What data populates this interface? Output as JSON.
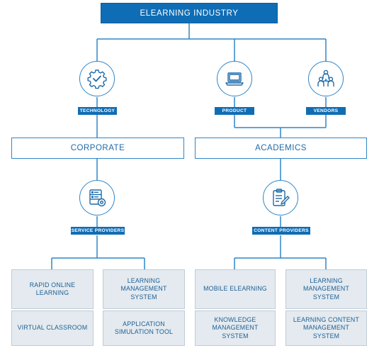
{
  "title": "ELEARNING INDUSTRY",
  "top_icons": [
    {
      "icon": "gear-check-icon",
      "tag": "TECHNOLOGY"
    },
    {
      "icon": "laptop-icon",
      "tag": "PRODUCT"
    },
    {
      "icon": "people-icon",
      "tag": "VENDORS"
    }
  ],
  "categories": {
    "corporate": "CORPORATE",
    "academics": "ACADEMICS"
  },
  "sub_icons": {
    "corporate": {
      "icon": "server-gear-icon",
      "tag": "SERVICE PROVIDERS"
    },
    "academics": {
      "icon": "clipboard-pen-icon",
      "tag": "CONTENT PROVIDERS"
    }
  },
  "leaves": {
    "corporate": [
      "RAPID ONLINE LEARNING",
      "LEARNING MANAGEMENT SYSTEM",
      "VIRTUAL CLASSROOM",
      "APPLICATION SIMULATION TOOL"
    ],
    "academics": [
      "MOBILE ELEARNING",
      "LEARNING MANAGEMENT SYSTEM",
      "KNOWLEDGE MANAGEMENT SYSTEM",
      "LEARNING CONTENT MANAGEMENT SYSTEM"
    ]
  },
  "colors": {
    "primary": "#0f6db5",
    "line": "#2f86c8",
    "leaf_bg": "#e4eaef",
    "leaf_border": "#bfccd6"
  }
}
